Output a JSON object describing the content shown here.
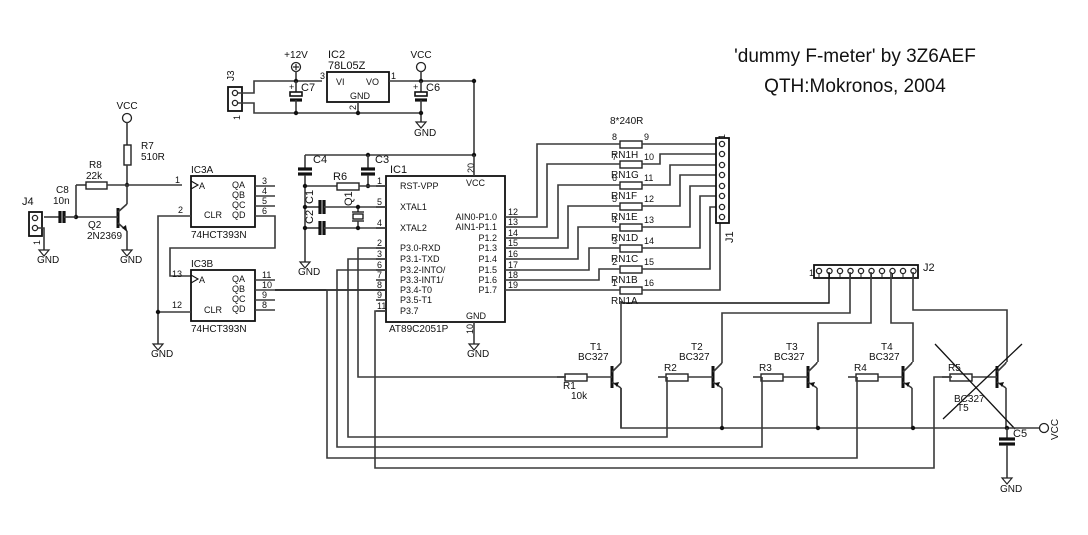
{
  "title": {
    "line1": "'dummy F-meter' by 3Z6AEF",
    "line2": "QTH:Mokronos, 2004"
  },
  "power": {
    "vcc": "VCC",
    "v12": "+12V",
    "gnd": "GND"
  },
  "ic2": {
    "ref": "IC2",
    "part": "78L05Z",
    "vi": "VI",
    "vo": "VO",
    "gnd": "GND",
    "pin_vi": "3",
    "pin_vo": "1",
    "pin_gnd": "2"
  },
  "j3": {
    "ref": "J3",
    "pin1": "1"
  },
  "j4": {
    "ref": "J4",
    "pin1": "1"
  },
  "j1": {
    "ref": "J1",
    "pin1": "1"
  },
  "j2": {
    "ref": "J2",
    "pin1": "1"
  },
  "caps": {
    "c1": "C1",
    "c2": "C2",
    "c3": "C3",
    "c4": "C4",
    "c5": "C5",
    "c6": "C6",
    "c7": "C7",
    "c8": "C8",
    "c8_value": "10n"
  },
  "resistors": {
    "r1": "R1",
    "r1_value": "10k",
    "r2": "R2",
    "r3": "R3",
    "r4": "R4",
    "r5": "R5",
    "r6": "R6",
    "r7": "R7",
    "r7_value": "510R",
    "r8": "R8",
    "r8_value": "22k"
  },
  "crystal": {
    "ref": "Q1"
  },
  "q2": {
    "ref": "Q2",
    "part": "2N2369"
  },
  "transistors": [
    {
      "ref": "T1",
      "part": "BC327"
    },
    {
      "ref": "T2",
      "part": "BC327"
    },
    {
      "ref": "T3",
      "part": "BC327"
    },
    {
      "ref": "T4",
      "part": "BC327"
    },
    {
      "ref": "T5",
      "part": "BC327",
      "crossed_out": true
    }
  ],
  "ic3a": {
    "ref": "IC3A",
    "part": "74HCT393N",
    "a": "A",
    "clr": "CLR",
    "outs": [
      "QA",
      "QB",
      "QC",
      "QD"
    ],
    "pin_a": "1",
    "pin_clr": "2",
    "pin_outs": [
      "3",
      "4",
      "5",
      "6"
    ]
  },
  "ic3b": {
    "ref": "IC3B",
    "part": "74HCT393N",
    "a": "A",
    "clr": "CLR",
    "outs": [
      "QA",
      "QB",
      "QC",
      "QD"
    ],
    "pin_a": "13",
    "pin_clr": "12",
    "pin_outs": [
      "11",
      "10",
      "9",
      "8"
    ]
  },
  "ic1": {
    "ref": "IC1",
    "part": "AT89C2051P",
    "vcc": "VCC",
    "gnd": "GND",
    "pin_vcc": "20",
    "pin_gnd": "10",
    "left_pins": [
      {
        "num": "1",
        "name": "RST-VPP"
      },
      {
        "num": "5",
        "name": "XTAL1"
      },
      {
        "num": "4",
        "name": "XTAL2"
      },
      {
        "num": "2",
        "name": "P3.0-RXD"
      },
      {
        "num": "3",
        "name": "P3.1-TXD"
      },
      {
        "num": "6",
        "name": "P3.2-INTO/"
      },
      {
        "num": "7",
        "name": "P3.3-INT1/"
      },
      {
        "num": "8",
        "name": "P3.4-T0"
      },
      {
        "num": "9",
        "name": "P3.5-T1"
      },
      {
        "num": "11",
        "name": "P3.7"
      }
    ],
    "right_pins": [
      {
        "num": "12",
        "name": "AIN0-P1.0"
      },
      {
        "num": "13",
        "name": "AIN1-P1.1"
      },
      {
        "num": "14",
        "name": "P1.2"
      },
      {
        "num": "15",
        "name": "P1.3"
      },
      {
        "num": "16",
        "name": "P1.4"
      },
      {
        "num": "17",
        "name": "P1.5"
      },
      {
        "num": "18",
        "name": "P1.6"
      },
      {
        "num": "19",
        "name": "P1.7"
      }
    ]
  },
  "rn1": {
    "label": "8*240R",
    "sections": [
      {
        "ref": "RN1H",
        "a": "8",
        "b": "9"
      },
      {
        "ref": "RN1G",
        "a": "7",
        "b": "10"
      },
      {
        "ref": "RN1F",
        "a": "6",
        "b": "11"
      },
      {
        "ref": "RN1E",
        "a": "5",
        "b": "12"
      },
      {
        "ref": "RN1D",
        "a": "4",
        "b": "13"
      },
      {
        "ref": "RN1C",
        "a": "3",
        "b": "14"
      },
      {
        "ref": "RN1B",
        "a": "2",
        "b": "15"
      },
      {
        "ref": "RN1A",
        "a": "1",
        "b": "16"
      }
    ]
  }
}
